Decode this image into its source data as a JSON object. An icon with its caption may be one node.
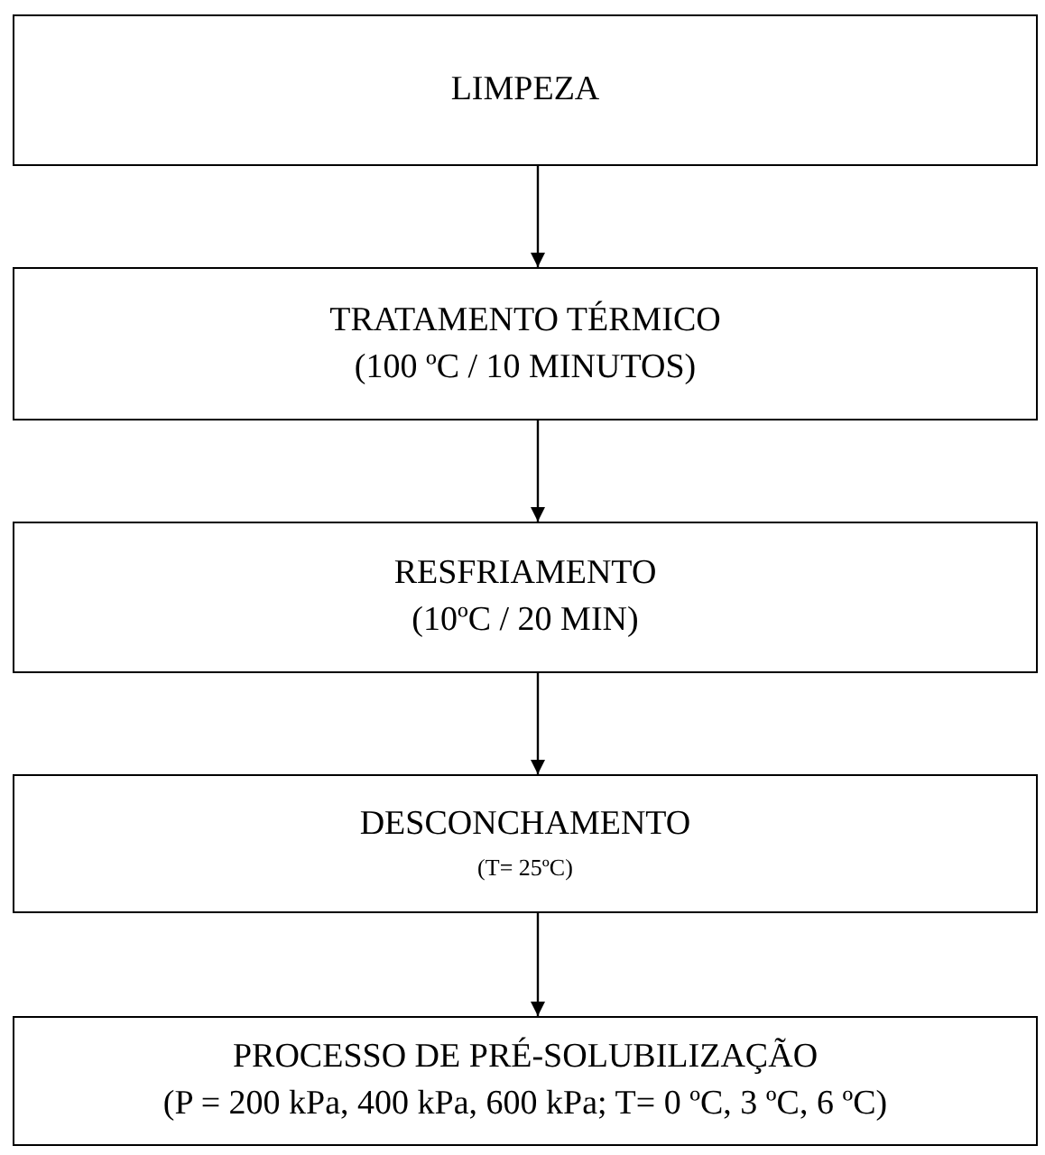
{
  "diagram": {
    "nodes": [
      {
        "text": [
          "LIMPEZA"
        ]
      },
      {
        "text": [
          "TRATAMENTO TÉRMICO",
          "(100 ºC / 10 MINUTOS)"
        ]
      },
      {
        "text": [
          "RESFRIAMENTO",
          "(10ºC / 20 MIN)"
        ]
      },
      {
        "text": [
          "DESCONCHAMENTO",
          "(T= 25ºC)"
        ]
      },
      {
        "text": [
          "PROCESSO DE PRÉ-SOLUBILIZAÇÃO",
          "(P = 200 kPa, 400 kPa, 600 kPa; T= 0 ºC, 3 ºC, 6 ºC)"
        ]
      }
    ],
    "edges": [
      {
        "from": 0,
        "to": 1,
        "arrow": "to"
      },
      {
        "from": 1,
        "to": 2,
        "arrow": "to"
      },
      {
        "from": 2,
        "to": 3,
        "arrow": "to"
      },
      {
        "from": 3,
        "to": 4,
        "arrow": "to"
      }
    ]
  }
}
